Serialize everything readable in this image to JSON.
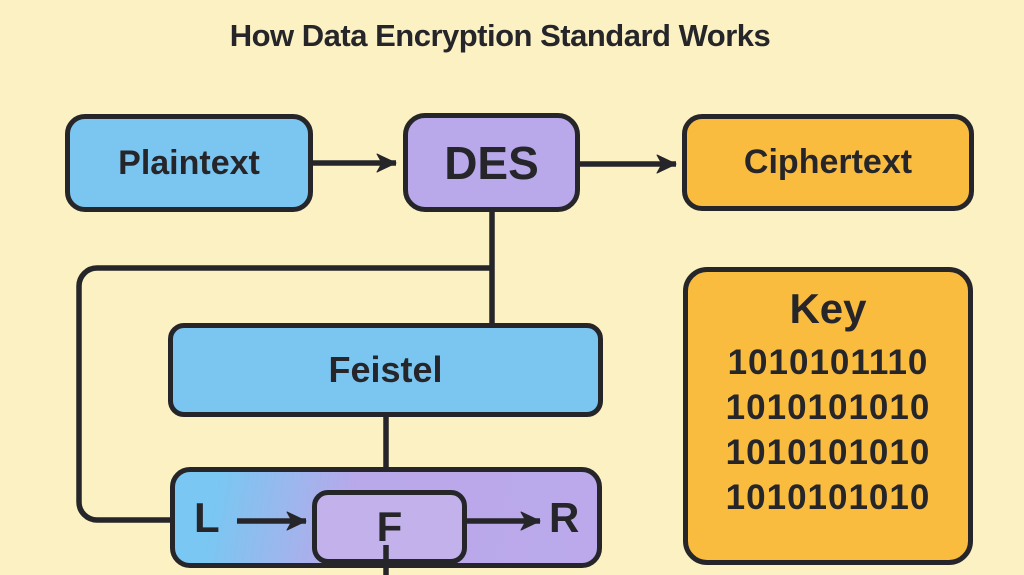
{
  "title": "How Data Encryption Standard Works",
  "colors": {
    "bg": "#FBF1C3",
    "blue": "#7AC6F1",
    "purple": "#B9A8EA",
    "orange": "#F9BC3F",
    "ink": "#26262A",
    "grad_left": "#79C7F2",
    "grad_right": "#BBA9EB",
    "f_fill": "#C2B1EB"
  },
  "nodes": {
    "plaintext": {
      "label": "Plaintext"
    },
    "des": {
      "label": "DES"
    },
    "ciphertext": {
      "label": "Ciphertext"
    },
    "feistel": {
      "label": "Feistel"
    },
    "round": {
      "left_half_label": "L",
      "function_label": "F",
      "right_half_label": "R"
    },
    "key": {
      "title": "Key",
      "bits": [
        "1010101110",
        "1010101010",
        "1010101010",
        "1010101010"
      ]
    }
  }
}
